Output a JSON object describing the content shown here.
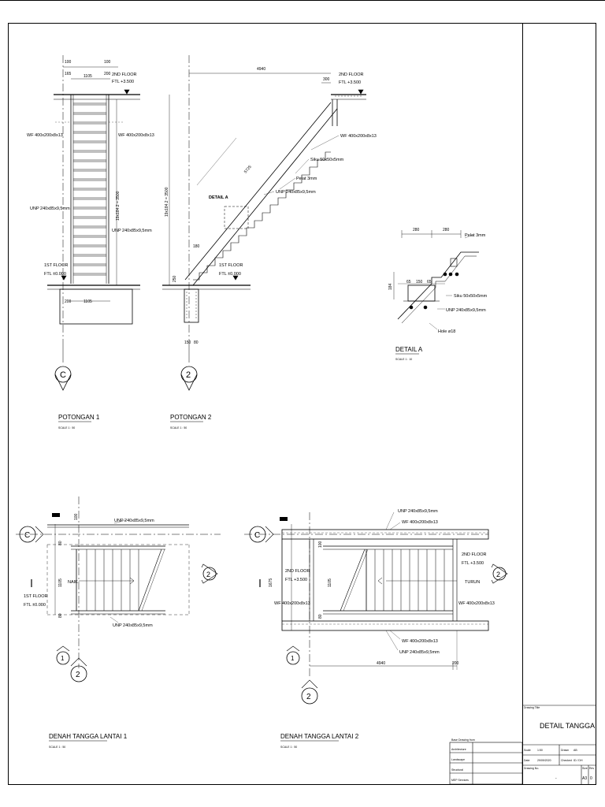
{
  "sheet": {
    "drawing_title_label": "Drawing Title",
    "drawing_title": "DETAIL TANGGA",
    "base_drawing_label": "Base Drawing from",
    "disciplines": [
      "Architecture",
      "Landscape",
      "Structural",
      "MEP Services"
    ],
    "scale_label": "Scale",
    "scale_value": "1:50",
    "drawn_label": "Drawn",
    "drawn_value": "AB",
    "date_label": "Date",
    "date_value": "29/09/2020",
    "checked_label": "Checked",
    "checked_value": "ID / DH",
    "drawing_no_label": "Drawing No.",
    "drawing_no_value": "-",
    "size_label": "Size",
    "size_value": "A3",
    "rev_label": "Rev",
    "rev_value": "0"
  },
  "section1": {
    "title": "POTONGAN 1",
    "scale": "SCALE  1 : 50",
    "dim_top_left": "100",
    "dim_top_right": "100",
    "dim_165": "165",
    "dim_1105": "1105",
    "dim_200": "200",
    "floor2": "2ND FLOOR",
    "ftl2": "FTL  +3.500",
    "wf_left": "WF 400x200x8x13",
    "wf_right": "WF 400x200x8x13",
    "unp_left": "UNP 240x85x9,5mm",
    "unp_right": "UNP 240x85x9,5mm",
    "rise_dim": "19x184.2 = 3500",
    "floor1": "1ST FLOOR",
    "ftl1": "FTL  ±0.000",
    "dim_200b": "200",
    "dim_1105b": "1105",
    "grid": "C"
  },
  "section2": {
    "title": "POTONGAN 2",
    "scale": "SCALE  1 : 50",
    "dim_4940": "4940",
    "dim_300": "300",
    "floor2": "2ND FLOOR",
    "ftl2": "FTL  +3.500",
    "wf": "WF 400x200x8x13",
    "rise_dim": "19x184.2 = 3500",
    "diag_dim": "5725",
    "siku": "Siku 50x50x5mm",
    "pelat": "Pelat 3mm",
    "unp": "UNP 240x85x9,5mm",
    "detail_ref": "DETAIL A",
    "dim_180": "180",
    "dim_250": "250",
    "floor1": "1ST FLOOR",
    "ftl1": "FTL  ±0.000",
    "dim_150": "150",
    "dim_80": "80",
    "grid": "2"
  },
  "detail_a": {
    "title": "DETAIL A",
    "scale": "SCALE  1 : 10",
    "dim_280a": "280",
    "dim_280b": "280",
    "dim_184": "184",
    "dim_65a": "65",
    "dim_150": "150",
    "dim_65b": "65",
    "pelat": "Pelat 3mm",
    "siku": "Siku 50x50x5mm",
    "unp": "UNP 240x85x9,5mm",
    "hole": "Hole ø18"
  },
  "plan1": {
    "title": "DENAH TANGGA LANTAI 1",
    "scale": "SCALE  1 : 50",
    "unp_top": "UNP 240x85x9,5mm",
    "unp_bottom": "UNP 240x85x9,5mm",
    "naik": "NAIK",
    "dim_100": "100",
    "dim_1105": "1105",
    "dim_80a": "80",
    "dim_80b": "80",
    "floor1": "1ST FLOOR",
    "ftl1": "FTL  ±0.000",
    "grid_c": "C",
    "grid_2": "2",
    "grid_1": "1",
    "grid_2b": "2"
  },
  "plan2": {
    "title": "DENAH TANGGA LANTAI 2",
    "scale": "SCALE  1 : 50",
    "unp_top": "UNP 240x85x9,5mm",
    "wf_top": "WF 400x200x8x13",
    "wf_bottom": "WF 400x200x8x13",
    "unp_bottom": "UNP 240x85x9,5mm",
    "wf_left": "WF 400x200x8x13",
    "wf_right": "WF 400x200x8x13",
    "floor2_left": "2ND FLOOR",
    "ftl2_left": "FTL  +3.500",
    "floor2_right": "2ND FLOOR",
    "ftl2_right": "FTL  +3.500",
    "turun": "TURUN",
    "dim_1675": "1675",
    "dim_1105": "1105",
    "dim_100": "100",
    "dim_80": "80",
    "dim_4940": "4940",
    "dim_200": "200",
    "grid_c": "C",
    "grid_2": "2",
    "grid_1": "1",
    "grid_2b": "2"
  }
}
